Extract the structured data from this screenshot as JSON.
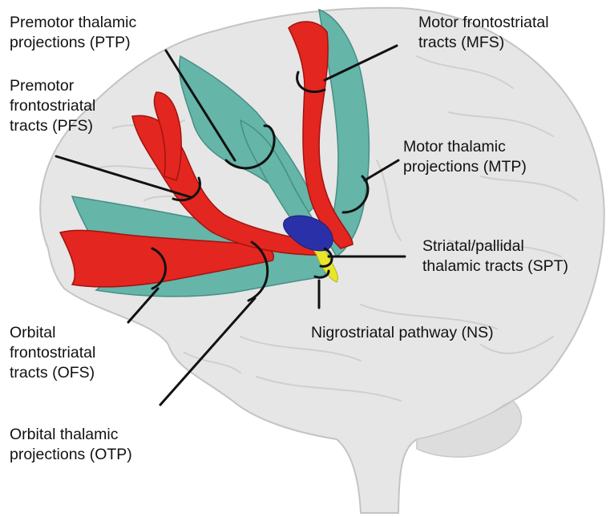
{
  "colors": {
    "background": "#ffffff",
    "brain": "#e6e6e6",
    "brain_outline": "#c4c4c4",
    "frontostriatal_tracts": "#e3261f",
    "thalamic_projections": "#5fb3a6",
    "thalamus": "#2a31a8",
    "nigrostriatal": "#e8e62a",
    "callout_lines": "#111111"
  },
  "labels": {
    "ptp": [
      "Premotor thalamic",
      "projections (PTP)"
    ],
    "pfs": [
      "Premotor",
      "frontostriatal",
      "tracts (PFS)"
    ],
    "mfs": [
      "Motor frontostriatal",
      "tracts (MFS)"
    ],
    "mtp": [
      "Motor thalamic",
      "projections (MTP)"
    ],
    "spt": [
      "Striatal/pallidal",
      "thalamic tracts (SPT)"
    ],
    "ns": [
      "Nigrostriatal pathway (NS)"
    ],
    "ofs": [
      "Orbital",
      "frontostriatal",
      "tracts (OFS)"
    ],
    "otp": [
      "Orbital thalamic",
      "projections (OTP)"
    ]
  }
}
